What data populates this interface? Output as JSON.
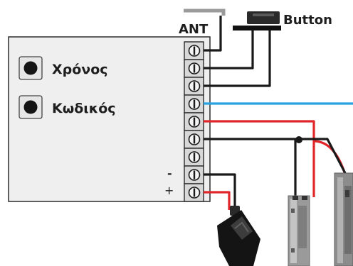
{
  "labels": {
    "antenna": "ANT",
    "button": "Button",
    "time_button": "Χρόνος",
    "code_button": "Κωδικός",
    "minus": "-",
    "plus": "+"
  },
  "colors": {
    "wire_black": "#1a1a1a",
    "wire_red": "#e0262b",
    "wire_blue": "#29a3e0",
    "board": "#efefef",
    "terminal": "#d8d8d8"
  },
  "terminal_count": 9,
  "icons": [
    "antenna-icon",
    "push-button-icon",
    "power-adapter-icon",
    "electric-strike-icon",
    "magnetic-lock-icon",
    "round-button-icon"
  ]
}
